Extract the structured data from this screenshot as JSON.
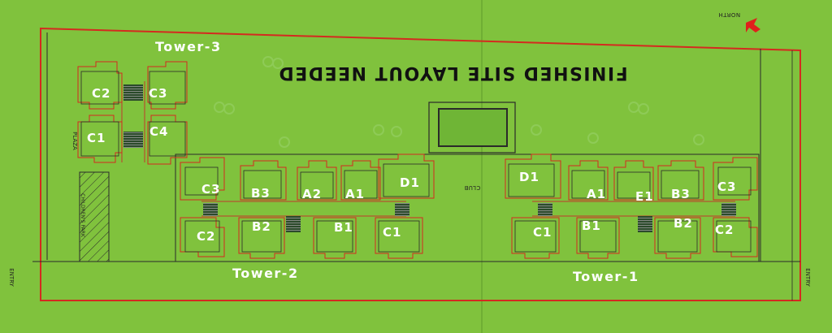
{
  "banner": "FINISHED SITE LAYOUT NEEDED",
  "north_label": "NORTH",
  "club_label": "CLUB",
  "plaza_label": "PLAZA",
  "entry_left": "ENTRY",
  "entry_right": "ENTRY",
  "park_label": "CHILDREN'S PARK",
  "towers": {
    "t1": "Tower-1",
    "t2": "Tower-2",
    "t3": "Tower-3"
  },
  "units": {
    "t3_c2": "C2",
    "t3_c3": "C3",
    "t3_c1": "C1",
    "t3_c4": "C4",
    "t2_c3": "C3",
    "t2_b3": "B3",
    "t2_a2": "A2",
    "t2_a1": "A1",
    "t2_d1": "D1",
    "t2_c2": "C2",
    "t2_b2": "B2",
    "t2_b1": "B1",
    "t2_c1": "C1",
    "t1_d1": "D1",
    "t1_a1": "A1",
    "t1_e1": "E1",
    "t1_b3": "B3",
    "t1_c3": "C3",
    "t1_c1": "C1",
    "t1_b1": "B1",
    "t1_b2": "B2",
    "t1_c2": "C2"
  },
  "colors": {
    "ground": "#80c23d",
    "boundary": "#d42a1f",
    "building": "#2a2a2a",
    "label": "#ffffff",
    "north_arrow": "#e0201c"
  }
}
